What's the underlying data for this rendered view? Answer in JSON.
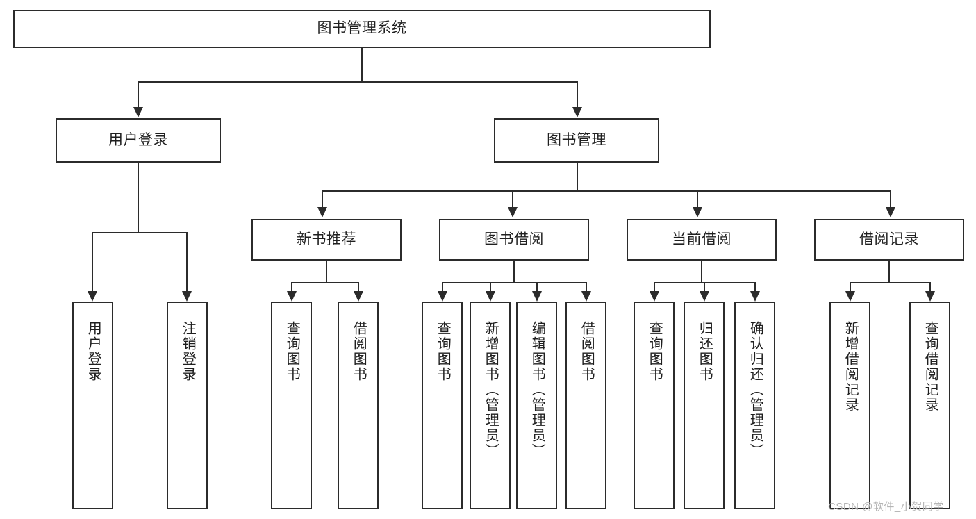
{
  "diagram": {
    "type": "tree-hierarchy-chart",
    "title": "图书管理系统",
    "root": {
      "label": "图书管理系统"
    },
    "level2": [
      {
        "label": "用户登录"
      },
      {
        "label": "图书管理"
      }
    ],
    "level3": [
      {
        "label": "新书推荐"
      },
      {
        "label": "图书借阅"
      },
      {
        "label": "当前借阅"
      },
      {
        "label": "借阅记录"
      }
    ],
    "leaves": {
      "user_login": [
        {
          "label": "用户登录"
        },
        {
          "label": "注销登录"
        }
      ],
      "new_book_recommend": [
        {
          "label": "查询图书"
        },
        {
          "label": "借阅图书"
        }
      ],
      "book_borrow": [
        {
          "label": "查询图书"
        },
        {
          "label": "新增图书（管理员）"
        },
        {
          "label": "编辑图书（管理员）"
        },
        {
          "label": "借阅图书"
        }
      ],
      "current_borrow": [
        {
          "label": "查询图书"
        },
        {
          "label": "归还图书"
        },
        {
          "label": "确认归还（管理员）"
        }
      ],
      "borrow_record": [
        {
          "label": "新增借阅记录"
        },
        {
          "label": "查询借阅记录"
        }
      ]
    }
  },
  "watermark": {
    "text": "CSDN @软件_小贺同学"
  },
  "colors": {
    "stroke": "#2b2b2b",
    "background": "#ffffff",
    "text": "#1f1f1f",
    "watermark": "#b5b5b5"
  }
}
